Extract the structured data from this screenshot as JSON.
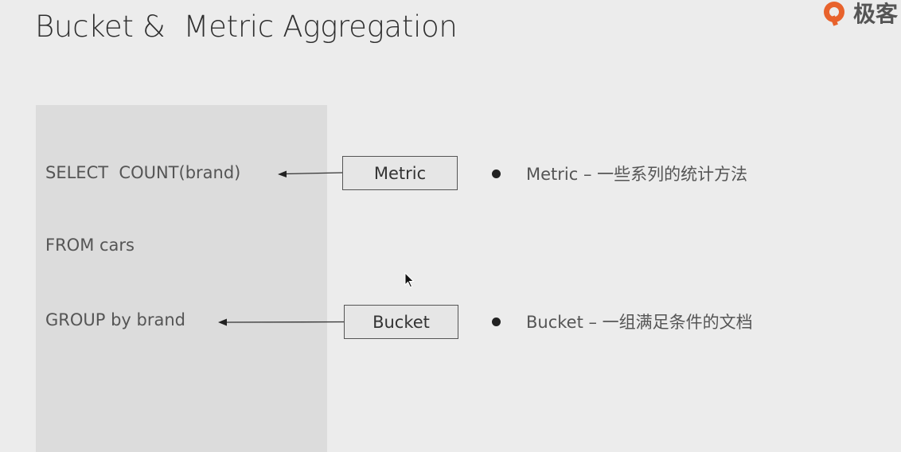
{
  "slide": {
    "title": "Bucket &  Metric Aggregation"
  },
  "brand": {
    "name": "极客",
    "accent_color": "#e8622c"
  },
  "sql": {
    "lines": [
      "SELECT  COUNT(brand)",
      "FROM cars",
      "GROUP by brand"
    ]
  },
  "labels": {
    "metric": "Metric",
    "bucket": "Bucket"
  },
  "bullets": [
    {
      "text": "Metric – 一些系列的统计方法"
    },
    {
      "text": "Bucket – 一组满足条件的文档"
    }
  ],
  "icons": {
    "cursor": "mouse-pointer-icon",
    "logo": "geektime-logo-icon",
    "arrow": "arrow-left-icon"
  }
}
